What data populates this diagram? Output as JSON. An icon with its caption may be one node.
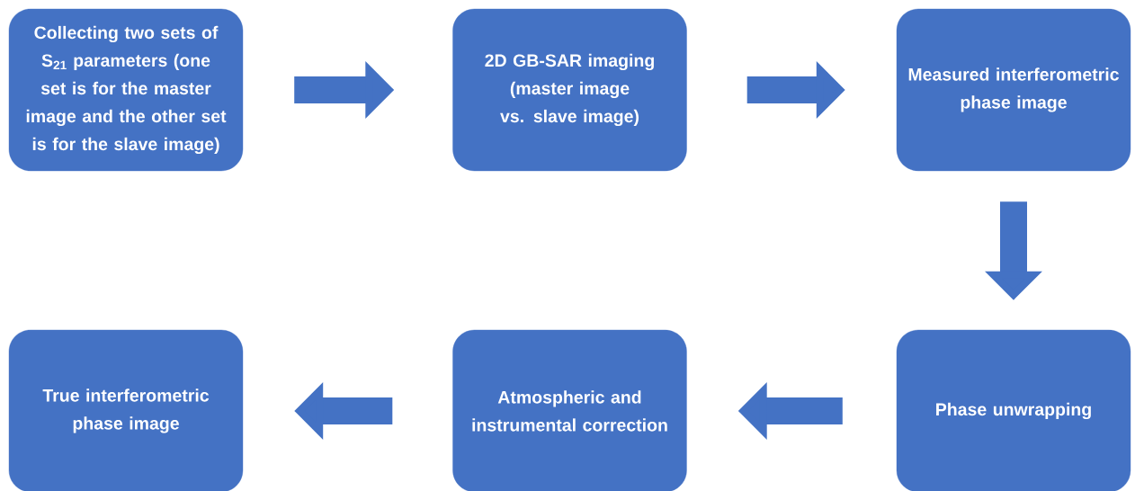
{
  "diagram": {
    "nodes": [
      {
        "text": [
          "Collecting two sets of S$_{21}$ parameters (one set is for the master image and the other set is for the slave image)"
        ]
      },
      {
        "text": [
          "2D GB-SAR imaging (master image vs. slave image)"
        ]
      },
      {
        "text": [
          "Measured interferometric phase image"
        ]
      },
      {
        "text": [
          "Phase unwrapping"
        ]
      },
      {
        "text": [
          "Atmospheric and instrumental correction"
        ]
      },
      {
        "text": [
          "True interferometric phase image"
        ]
      }
    ],
    "edges": [
      {
        "from": 0,
        "to": 1,
        "arrow": "to"
      },
      {
        "from": 1,
        "to": 2,
        "arrow": "to"
      },
      {
        "from": 2,
        "to": 3,
        "arrow": "to"
      },
      {
        "from": 3,
        "to": 4,
        "arrow": "to"
      },
      {
        "from": 4,
        "to": 5,
        "arrow": "to"
      }
    ]
  }
}
